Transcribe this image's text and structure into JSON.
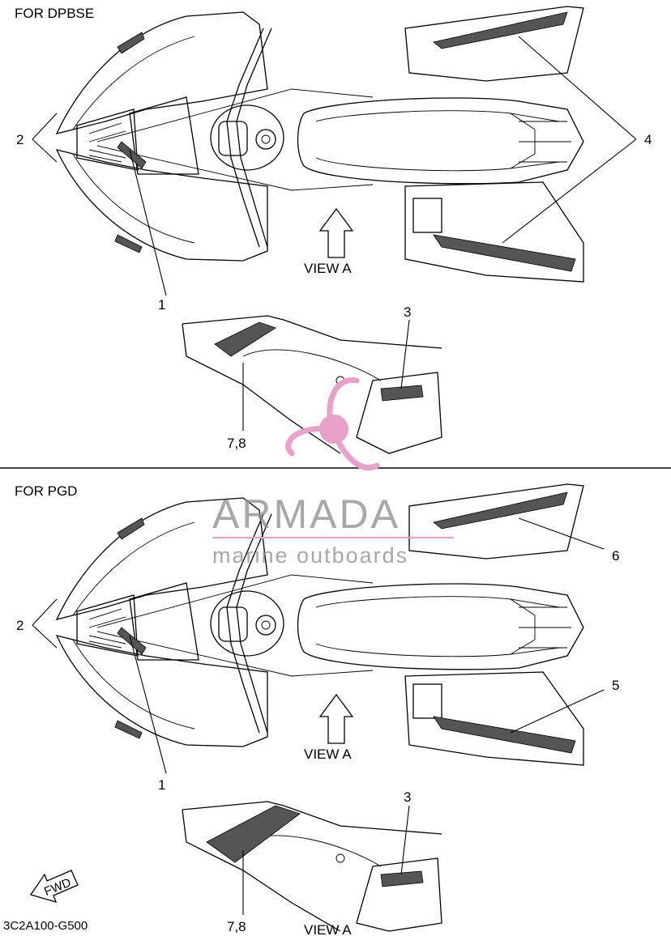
{
  "sections": [
    {
      "title": "FOR DPBSE",
      "view_label": "VIEW A",
      "callouts": {
        "c1": "1",
        "c2": "2",
        "c3": "3",
        "c4": "4",
        "c78": "7,8"
      }
    },
    {
      "title": "FOR PGD",
      "view_label": "VIEW A",
      "callouts": {
        "c1": "1",
        "c2": "2",
        "c3": "3",
        "c5": "5",
        "c6": "6",
        "c78": "7,8"
      }
    }
  ],
  "watermark": {
    "brand": "ARMADA",
    "tagline": "marine outboards",
    "colors": {
      "pink": "#e9a0c9",
      "gray": "#8c8c8c"
    }
  },
  "fwd_label": "FWD",
  "diagram_code": "3C2A100-G500"
}
